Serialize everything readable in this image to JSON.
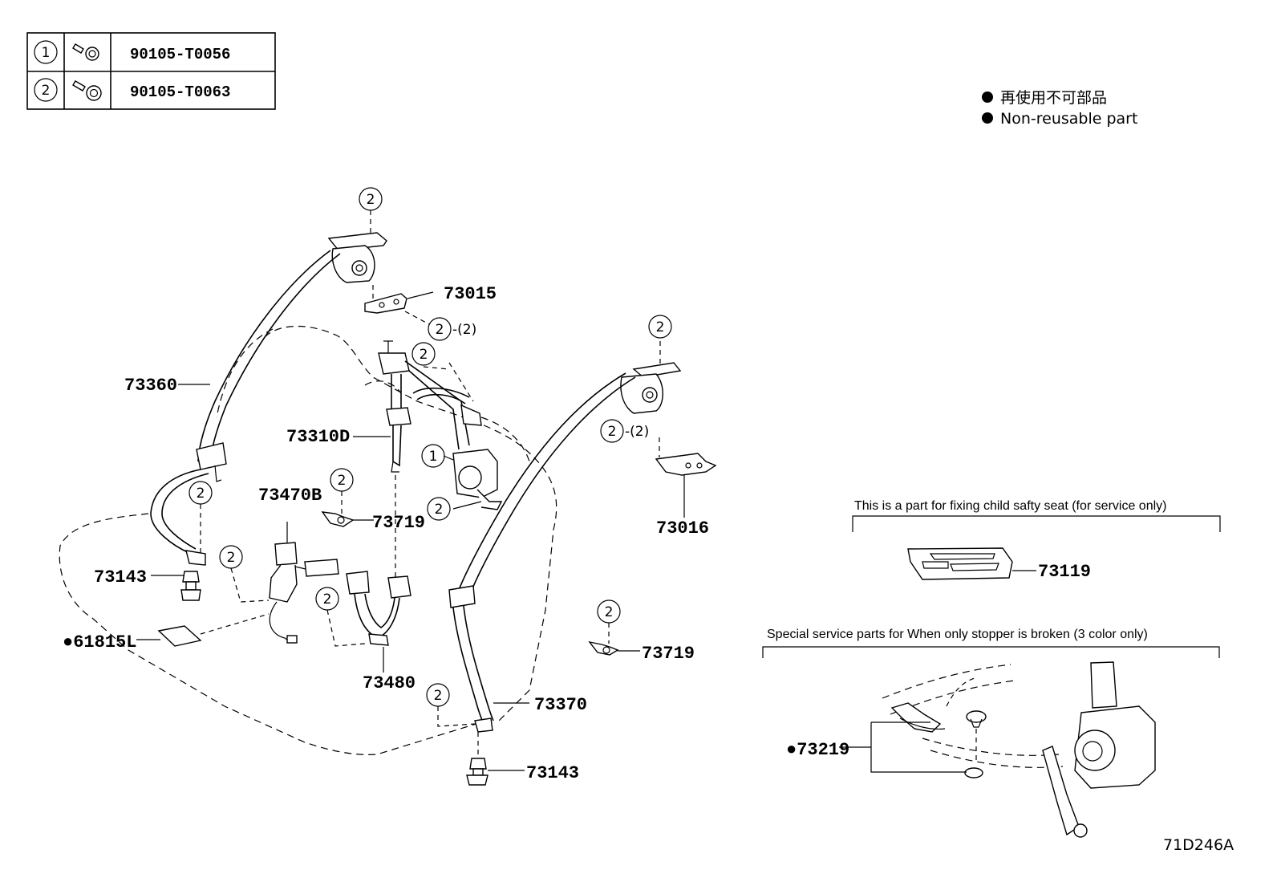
{
  "bolt_table": [
    {
      "index": "1",
      "part_number": "90105-T0056"
    },
    {
      "index": "2",
      "part_number": "90105-T0063"
    }
  ],
  "legend": {
    "marker": "●",
    "jp_text": "再使用不可部品",
    "en_text": "Non-reusable part"
  },
  "callout": "2",
  "callout_one": "1",
  "qty_note": "-(2)",
  "labels": {
    "p73015": "73015",
    "p73360": "73360",
    "p73310D": "73310D",
    "p73016": "73016",
    "p73470B": "73470B",
    "p73719_left": "73719",
    "p73719_right": "73719",
    "p73143_left": "73143",
    "p73143_bottom": "73143",
    "p61815L": "●61815L",
    "p73480": "73480",
    "p73370": "73370",
    "p73119": "73119",
    "p73219": "●73219"
  },
  "notes": {
    "child_seat": "This is a part for fixing child safty seat (for service only)",
    "stopper": "Special service parts for When only stopper is broken (3 color only)"
  },
  "diagram_code": "71D246A"
}
